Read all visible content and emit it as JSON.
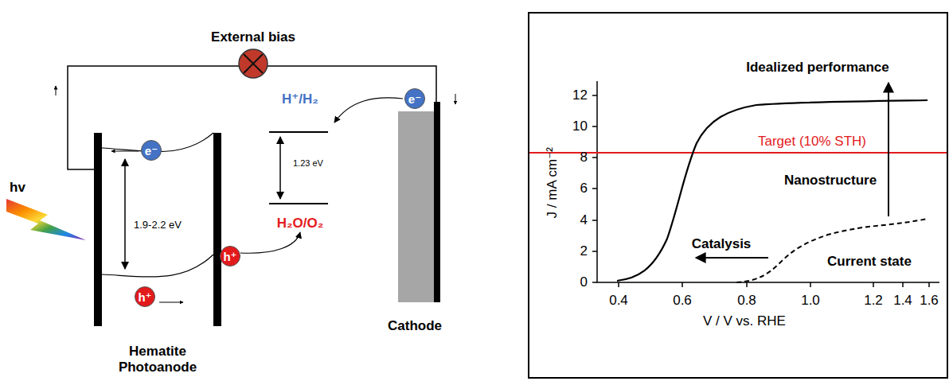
{
  "diagram": {
    "nodes": [
      {
        "text": [
          "e⁻"
        ]
      },
      {
        "text": [
          "h⁺"
        ]
      },
      {
        "text": [
          "h⁺"
        ]
      },
      {
        "text": [
          "e⁻"
        ]
      }
    ],
    "labels": [
      "External bias",
      "hv",
      "H⁺/H₂",
      "1.23 eV",
      "H₂O/O₂",
      "1.9-2.2 eV",
      "Hematite Photoanode",
      "Cathode",
      "Idealized performance",
      "Target (10% STH)",
      "Nanostructure",
      "Catalysis",
      "Current state",
      "12",
      "10",
      "8",
      "6",
      "4",
      "2",
      "0",
      "0.4",
      "0.6",
      "0.8",
      "1.0",
      "1.2",
      "1.4",
      "1.6",
      "J / mA cm⁻²",
      "V / V vs. RHE"
    ]
  }
}
